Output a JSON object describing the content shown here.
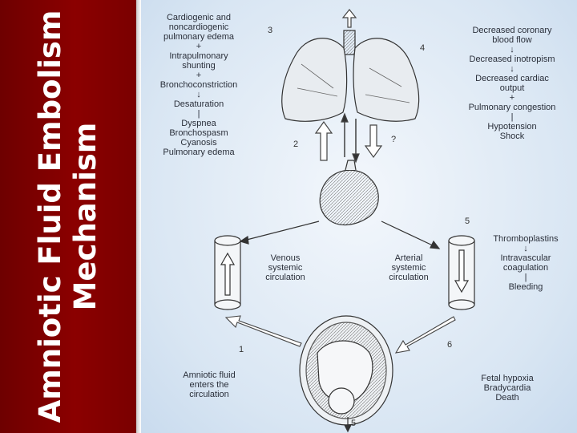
{
  "title": {
    "line1": "Amniotic Fluid Embolism",
    "line2": "Mechanism"
  },
  "diagram": {
    "left_column": {
      "l1": "Cardiogenic and",
      "l2": "noncardiogenic",
      "l3": "pulmonary edema",
      "sep1": "+",
      "l4": "Intrapulmonary",
      "l5": "shunting",
      "sep2": "+",
      "l6": "Bronchoconstriction",
      "arrow1": "↓",
      "l7": "Desaturation",
      "bar1": "|",
      "l8": "Dyspnea",
      "l9": "Bronchospasm",
      "l10": "Cyanosis",
      "l11": "Pulmonary edema"
    },
    "right_column": {
      "r1": "Decreased coronary",
      "r2": "blood flow",
      "arrow1": "↓",
      "r3": "Decreased inotropism",
      "arrow2": "↓",
      "r4": "Decreased cardiac",
      "r5": "output",
      "sep1": "+",
      "r6": "Pulmonary congestion",
      "bar1": "|",
      "r7": "Hypotension",
      "r8": "Shock"
    },
    "coag": {
      "c1": "Thromboplastins",
      "arrow1": "↓",
      "c2": "Intravascular",
      "c3": "coagulation",
      "bar1": "|",
      "c4": "Bleeding"
    },
    "venous": {
      "l1": "Venous",
      "l2": "systemic",
      "l3": "circulation"
    },
    "arterial": {
      "l1": "Arterial",
      "l2": "systemic",
      "l3": "circulation"
    },
    "amniotic": {
      "l1": "Amniotic fluid",
      "l2": "enters the",
      "l3": "circulation"
    },
    "fetal": {
      "l1": "Fetal hypoxia",
      "l2": "Bradycardia",
      "l3": "Death"
    },
    "numbers": {
      "n3": "3",
      "n4": "4",
      "n2": "2",
      "q": "?",
      "n5_top": "5",
      "n1": "1",
      "n6": "6",
      "n5_bottom": "5"
    }
  }
}
